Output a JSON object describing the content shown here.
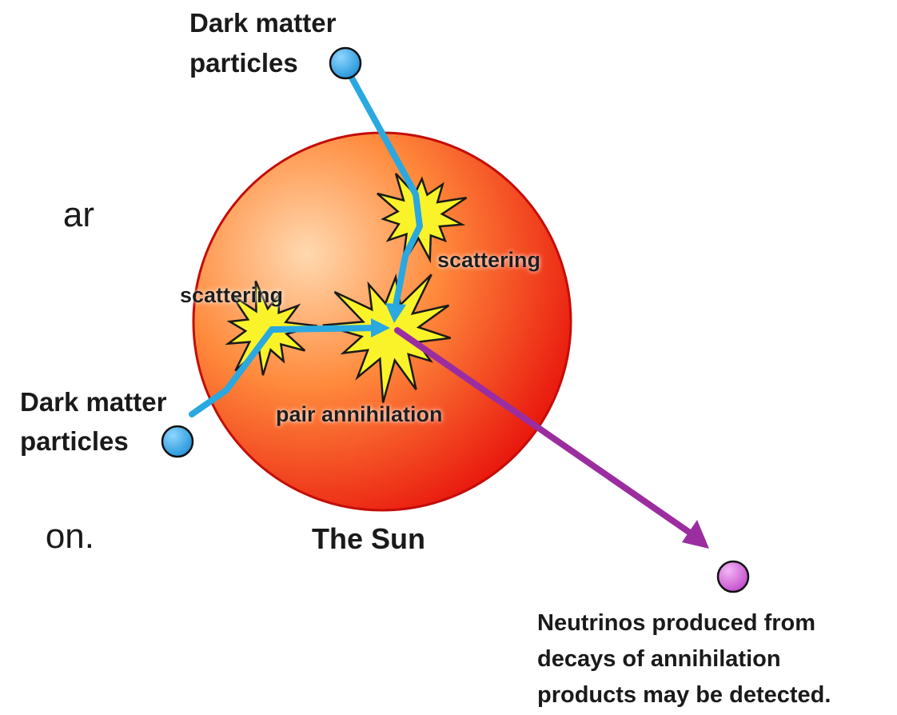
{
  "cropped_text": {
    "fragment_1": "ar",
    "fragment_2": "on."
  },
  "labels": {
    "dark_matter_top": [
      "Dark matter",
      "particles"
    ],
    "dark_matter_left": [
      "Dark matter",
      "particles"
    ],
    "scattering_right": "scattering",
    "scattering_left": "scattering",
    "pair_annihilation": "pair annihilation",
    "sun": "The Sun",
    "neutrinos": [
      "Neutrinos produced from",
      "decays of annihilation",
      "products may be detected."
    ]
  },
  "colors": {
    "sun_core": "#ffd9b0",
    "sun_mid": "#ff8a3c",
    "sun_edge": "#e8140c",
    "dark_matter_path": "#2aa8e0",
    "dark_matter_particle": "#1a8fd6",
    "neutrino_path": "#9b2da0",
    "neutrino_particle": "#c044c8",
    "burst_fill": "#fbf32a",
    "burst_stroke": "#1a1a1a"
  }
}
